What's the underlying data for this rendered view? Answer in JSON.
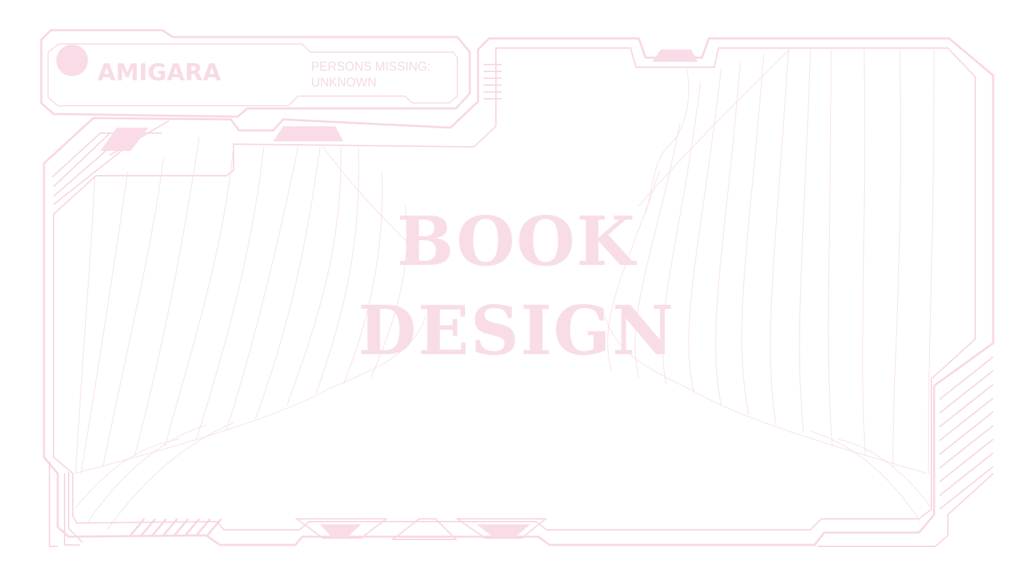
{
  "brand": {
    "name": "AMIGARA"
  },
  "status": {
    "line1": "PERSONS MISSING:",
    "line2": "UNKNOWN"
  },
  "title": {
    "line1": "BOOK",
    "line2": "DESIGN"
  },
  "colors": {
    "frame": "#f8d7e3",
    "fill": "#f9dce7",
    "contour": "#f6dfe7",
    "text": "#f8dde7",
    "background": "#ffffff"
  },
  "icons": {
    "brand_mark": "circle-logo-icon"
  }
}
